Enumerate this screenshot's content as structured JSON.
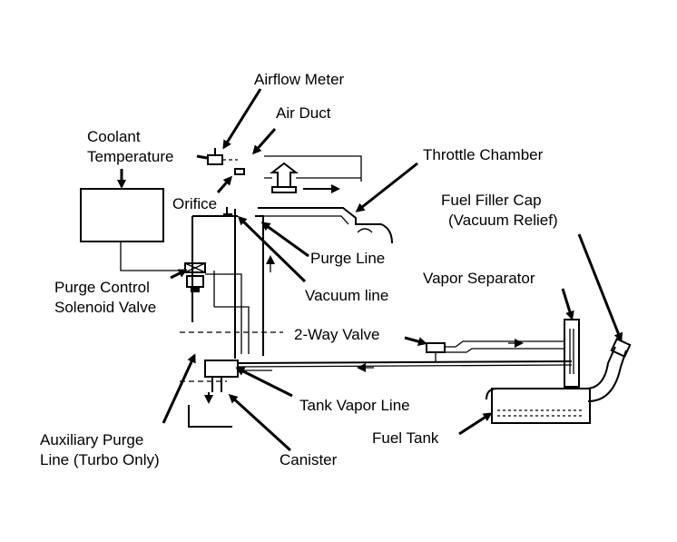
{
  "labels": {
    "airflow_meter": "Airflow Meter",
    "air_duct": "Air Duct",
    "coolant_line1": "Coolant",
    "coolant_line2": "Temperature",
    "throttle_chamber": "Throttle Chamber",
    "orifice": "Orifice",
    "fuel_filler_line1": "Fuel Filler Cap",
    "fuel_filler_line2": "(Vacuum Relief)",
    "purge_line": "Purge Line",
    "purge_control_line1": "Purge Control",
    "purge_control_line2": "Solenoid Valve",
    "vacuum_line": "Vacuum line",
    "vapor_separator": "Vapor Separator",
    "two_way_valve": "2-Way Valve",
    "tank_vapor_line": "Tank Vapor Line",
    "aux_purge_line1": "Auxiliary Purge",
    "aux_purge_line2": "Line (Turbo Only)",
    "fuel_tank": "Fuel Tank",
    "canister": "Canister"
  },
  "colors": {
    "ink": "#000000",
    "paper": "#ffffff"
  }
}
